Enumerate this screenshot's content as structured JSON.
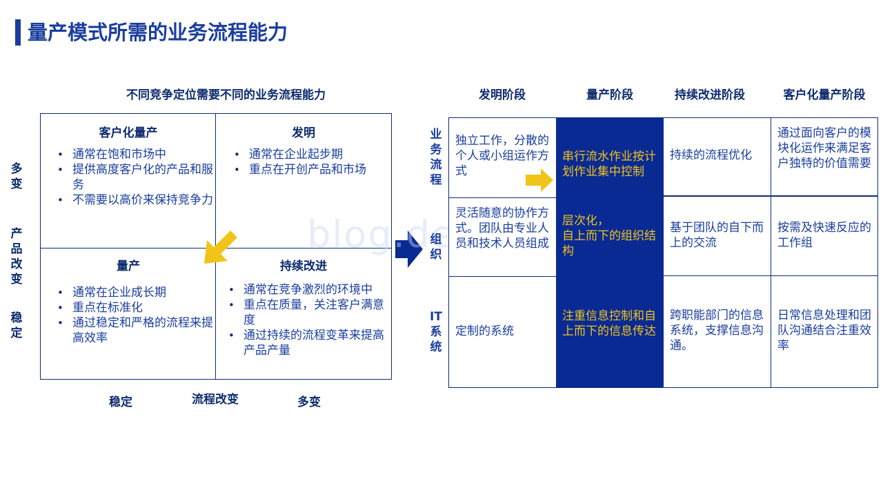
{
  "header": {
    "title": "量产模式所需的业务流程能力"
  },
  "matrix": {
    "subtitle": "不同竞争定位需要不同的业务流程能力",
    "quadrants": {
      "top_left": {
        "title": "客户化量产",
        "bullets": [
          "通常在饱和市场中",
          "提供高度客户化的产品和服务",
          "不需要以高价来保持竞争力"
        ]
      },
      "top_right": {
        "title": "发明",
        "bullets": [
          "通常在企业起步期",
          "重点在开创产品和市场"
        ]
      },
      "bottom_left": {
        "title": "量产",
        "bullets": [
          "通常在企业成长期",
          "重点在标准化",
          "通过稳定和严格的流程来提高效率"
        ]
      },
      "bottom_right": {
        "title": "持续改进",
        "bullets": [
          "通常在竞争激烈的环境中",
          "重点在质量，关注客户满意度",
          "通过持续的流程变革来提高产品产量"
        ]
      }
    },
    "y_axis": {
      "top": "多变",
      "middle": "产品改变",
      "bottom": "稳定"
    },
    "x_axis": {
      "left": "稳定",
      "middle": "流程改变",
      "right": "多变"
    }
  },
  "table": {
    "columns": [
      "发明阶段",
      "量产阶段",
      "持续改进阶段",
      "客户化量产阶段"
    ],
    "rows": {
      "process": {
        "label": "业务流程",
        "cells": [
          "独立工作，分散的个人或小组运作方式",
          "串行流水作业按计划作业集中控制",
          "持续的流程优化",
          "通过面向客户的模块化运作来满足客户独特的价值需要"
        ]
      },
      "org": {
        "label": "组织",
        "cells": [
          "灵活随意的协作方式。团队由专业人员和技术人员组成",
          "层次化，\n自上而下的组织结构",
          "基于团队的自下而上的交流",
          "按需及快速反应的工作组"
        ]
      },
      "it": {
        "label": "IT系统",
        "cells": [
          "定制的系统",
          "注重信息控制和自上而下的信息传达",
          "跨职能部门的信息系统，支撑信息沟通。",
          "日常信息处理和团队沟通结合注重效率"
        ]
      }
    }
  },
  "watermark": "blog.dezai",
  "colors": {
    "navy": "#0d2b6e",
    "accent_blue": "#0a2a93",
    "gold": "#f0c419"
  }
}
